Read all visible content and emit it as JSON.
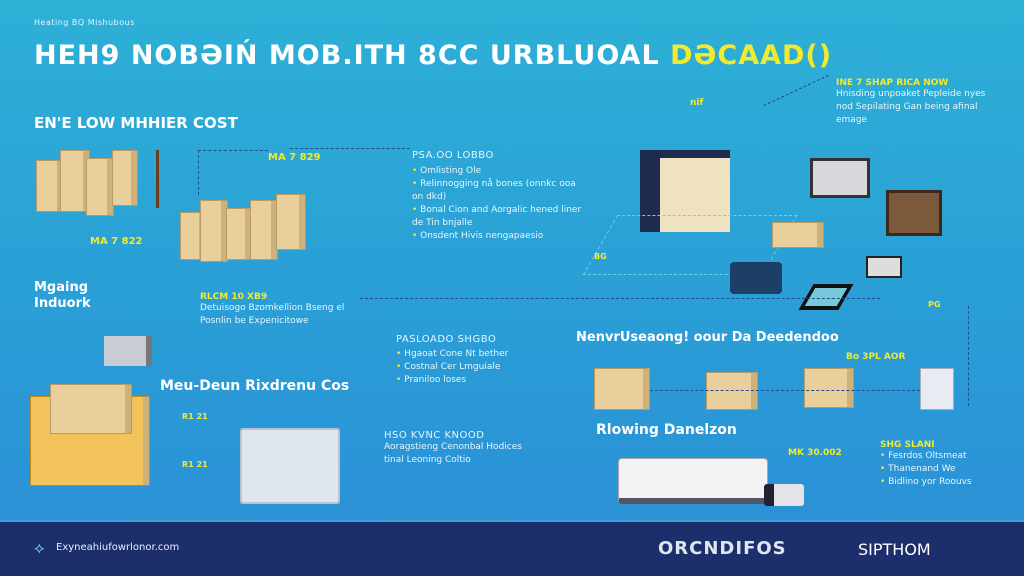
{
  "header": {
    "kicker": "Heating BQ Mishubous",
    "title_main": "HEH9 NOBƏIŃ MOB.ITH 8CC URBLUOAL",
    "title_highlight": "DƏCAAD()"
  },
  "sections": {
    "low_cost": {
      "title": "EN'E LOW MHHIER COST",
      "value_left": "MA 7 822",
      "value_mid": "MA 7 829"
    },
    "top_list": {
      "heading": "PSA.OO LOBBO",
      "items": [
        "Omlisting Ole",
        "Relinnogging nå bones (onnkc ooa on dkd)",
        "Bonal Cion and Aorgalic hened liner de Tin bnjalle",
        "Onsdent Hivis nengapaesio"
      ]
    },
    "top_right": {
      "tag": "nif",
      "heading": "INE 7 SHAP RICA NOW",
      "text": "Hnisding unpoaket Pepleide nyes nod Sepilating Gan being afinal emage"
    },
    "making": {
      "title": "Mgaing Induork"
    },
    "mid_left": {
      "heading": "RLCM 10 XB9",
      "text": "Detuisogo Bzomkellion Bseng el Posnlin be Expenicitowe"
    },
    "mid_center_title": "Meu-Deun Rixdrenu Cos",
    "mid_list": {
      "heading": "PASLOADO SHGBO",
      "items": [
        "Hgaoat Cone Nt bether",
        "Costnal Cer Lmguiale",
        "Praniloo loses"
      ]
    },
    "bottom_center": {
      "heading": "HSO KVNC KNOOD",
      "text": "Aoragstieng Cenonbal Hodices tinal Leoning Coltio",
      "tag1": "R1 21",
      "tag2": "R1 21"
    },
    "right_mid": {
      "title": "NenvrUseaong! oour Da Deedendoo",
      "tag": "BG",
      "value": "Bo 3PL AOR",
      "tag_small": "PG"
    },
    "flow": {
      "title": "Rlowing Danelzon",
      "value": "MK 30.002"
    },
    "bottom_right": {
      "heading": "SHG SLANI",
      "items": [
        "Fesrdos Oltsmeat",
        "Thanenand We",
        "Bidlino yor Roouvs"
      ]
    }
  },
  "footer": {
    "website": "Exyneahiufowrlonor.com",
    "logo1": "ORCNDIFOS",
    "logo2": "SIPTHOM"
  }
}
